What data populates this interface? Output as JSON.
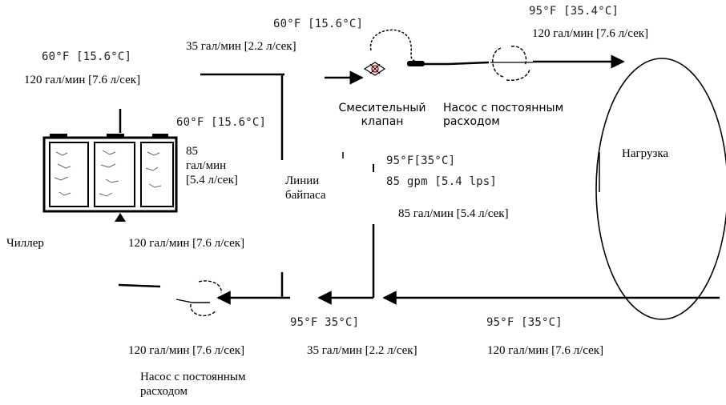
{
  "labels": {
    "temp_top_center": "60°F [15.6°C]",
    "flow_top_center": "35 гал/мин [2.2 л/сек]",
    "temp_top_right": "95°F [35.4°C]",
    "flow_top_right": "120 гал/мин [7.6 л/сек]",
    "temp_left": "60°F [15.6°C]",
    "flow_left": "120 гал/мин [7.6 л/сек]",
    "mixing_valve": [
      "Смесительный",
      "клапан"
    ],
    "pump_top": [
      "Насос с постоянным",
      "расходом"
    ],
    "temp_mid_left": "60°F [15.6°C]",
    "flow_mid_left": [
      "85",
      "гал/мин",
      "[5.4 л/сек]"
    ],
    "load": "Нагрузка",
    "bypass_lines": [
      "Линии",
      "байпаса"
    ],
    "temp_mid_right": "95°F[35°C]",
    "flow_mid_right_faded": "85 gpm [5.4 lps]",
    "flow_mid_right": "85 гал/мин [5.4 л/сек]",
    "chiller": "Чиллер",
    "flow_under_chiller": "120 гал/мин [7.6 л/сек]",
    "temp_bottom_center": "95°F 35°C]",
    "temp_bottom_right": "95°F [35°C]",
    "flow_bottom_left": "120 гал/мин [7.6 л/сек]",
    "flow_bottom_center": "35 гал/мин [2.2 л/сек]",
    "flow_bottom_right": "120 гал/мин [7.6 л/сек]",
    "pump_bottom": [
      "Насос с постоянным",
      "расходом"
    ]
  },
  "colors": {
    "line": "#000000",
    "valve_accent": "#d00000"
  }
}
